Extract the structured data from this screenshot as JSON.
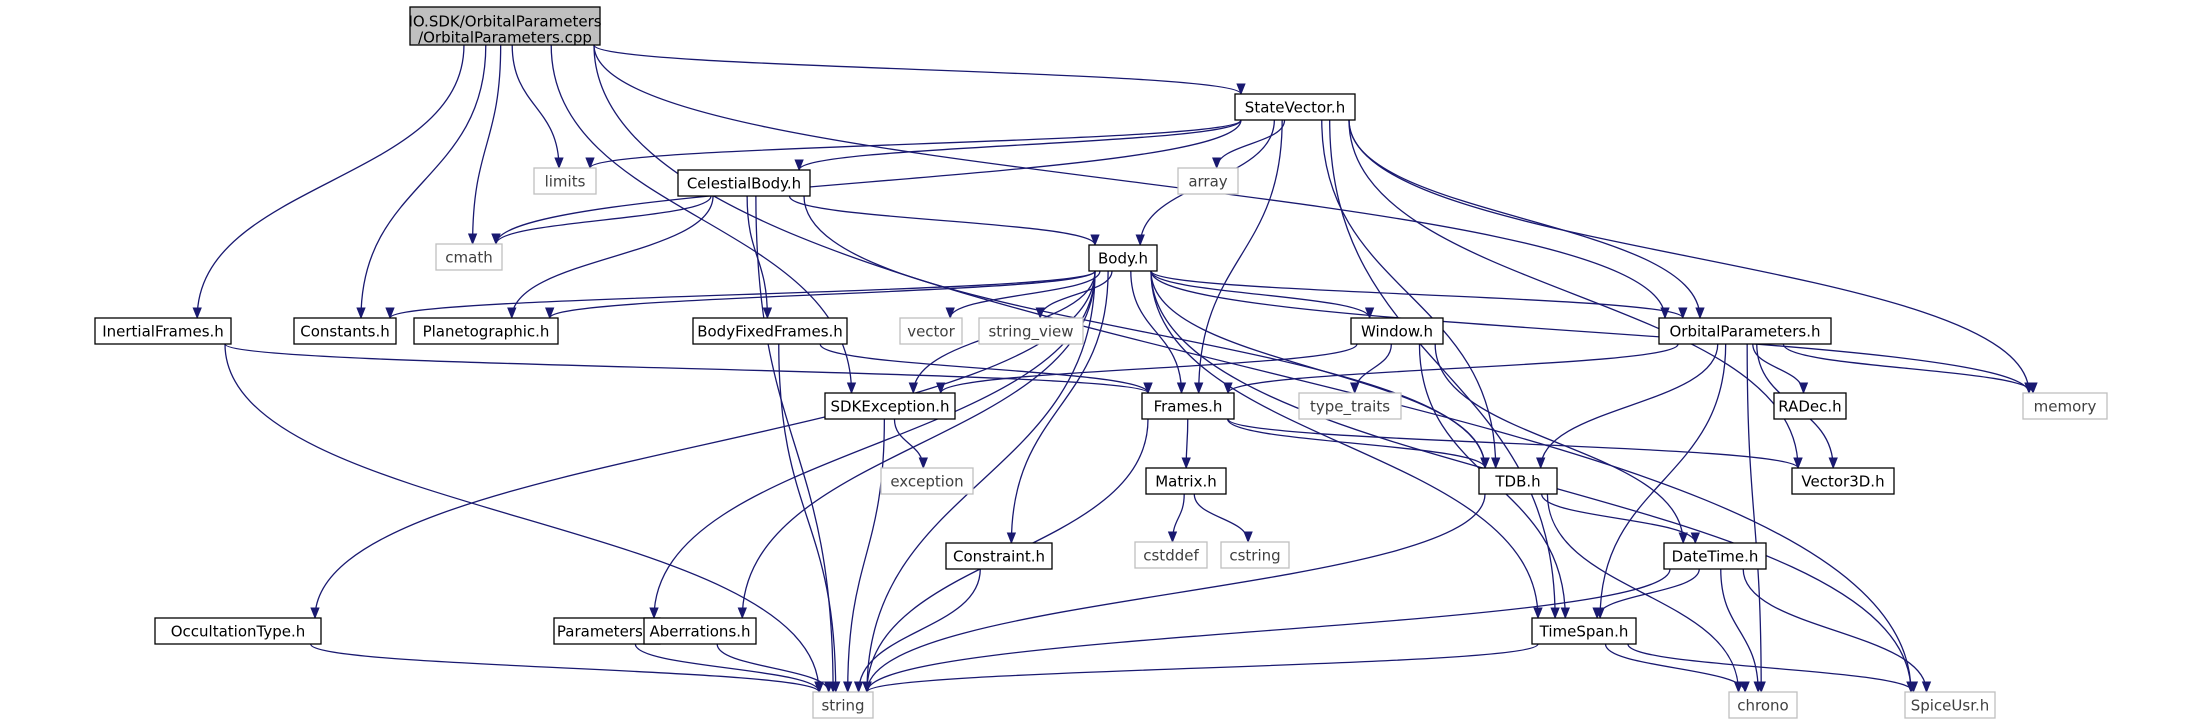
{
  "diagram": {
    "title_lines": [
      "IO.SDK/OrbitalParameters",
      "/OrbitalParameters.cpp"
    ],
    "colors": {
      "root_fill": "#bfbfbf",
      "node_border": "#000000",
      "external_border": "#bfbfbf",
      "edge": "#191970",
      "text": "#000000",
      "external_text": "#404040"
    },
    "nodes": [
      {
        "id": "root",
        "label": "",
        "kind": "root"
      },
      {
        "id": "statevector",
        "label": "StateVector.h",
        "kind": "local"
      },
      {
        "id": "limits",
        "label": "limits",
        "kind": "external"
      },
      {
        "id": "array",
        "label": "array",
        "kind": "external"
      },
      {
        "id": "celestialbody",
        "label": "CelestialBody.h",
        "kind": "local"
      },
      {
        "id": "cmath",
        "label": "cmath",
        "kind": "external"
      },
      {
        "id": "body",
        "label": "Body.h",
        "kind": "local"
      },
      {
        "id": "inertialframes",
        "label": "InertialFrames.h",
        "kind": "local"
      },
      {
        "id": "constants",
        "label": "Constants.h",
        "kind": "local"
      },
      {
        "id": "planetographic",
        "label": "Planetographic.h",
        "kind": "local"
      },
      {
        "id": "bodyfixedframes",
        "label": "BodyFixedFrames.h",
        "kind": "local"
      },
      {
        "id": "vector",
        "label": "vector",
        "kind": "external"
      },
      {
        "id": "string_view",
        "label": "string_view",
        "kind": "external"
      },
      {
        "id": "window",
        "label": "Window.h",
        "kind": "local"
      },
      {
        "id": "orbitalparameters",
        "label": "OrbitalParameters.h",
        "kind": "local"
      },
      {
        "id": "sdkexception",
        "label": "SDKException.h",
        "kind": "local"
      },
      {
        "id": "frames",
        "label": "Frames.h",
        "kind": "local"
      },
      {
        "id": "type_traits",
        "label": "type_traits",
        "kind": "external"
      },
      {
        "id": "radec",
        "label": "RADec.h",
        "kind": "local"
      },
      {
        "id": "memory",
        "label": "memory",
        "kind": "external"
      },
      {
        "id": "exception",
        "label": "exception",
        "kind": "external"
      },
      {
        "id": "matrix",
        "label": "Matrix.h",
        "kind": "local"
      },
      {
        "id": "tdb",
        "label": "TDB.h",
        "kind": "local"
      },
      {
        "id": "vector3d",
        "label": "Vector3D.h",
        "kind": "local"
      },
      {
        "id": "cstddef",
        "label": "cstddef",
        "kind": "external"
      },
      {
        "id": "cstring",
        "label": "cstring",
        "kind": "external"
      },
      {
        "id": "constraint",
        "label": "Constraint.h",
        "kind": "local"
      },
      {
        "id": "datetime",
        "label": "DateTime.h",
        "kind": "local"
      },
      {
        "id": "occultationtype",
        "label": "OccultationType.h",
        "kind": "local"
      },
      {
        "id": "parameters",
        "label": "Parameters.h",
        "kind": "local"
      },
      {
        "id": "aberrations",
        "label": "Aberrations.h",
        "kind": "local"
      },
      {
        "id": "timespan",
        "label": "TimeSpan.h",
        "kind": "local"
      },
      {
        "id": "string",
        "label": "string",
        "kind": "external"
      },
      {
        "id": "chrono",
        "label": "chrono",
        "kind": "external"
      },
      {
        "id": "spiceusr",
        "label": "SpiceUsr.h",
        "kind": "external"
      }
    ],
    "edges": [
      [
        "root",
        "statevector"
      ],
      [
        "root",
        "limits"
      ],
      [
        "root",
        "cmath"
      ],
      [
        "root",
        "constants"
      ],
      [
        "root",
        "inertialframes"
      ],
      [
        "root",
        "sdkexception"
      ],
      [
        "root",
        "orbitalparameters"
      ],
      [
        "root",
        "spiceusr"
      ],
      [
        "statevector",
        "limits"
      ],
      [
        "statevector",
        "array"
      ],
      [
        "statevector",
        "celestialbody"
      ],
      [
        "statevector",
        "cmath"
      ],
      [
        "statevector",
        "body"
      ],
      [
        "statevector",
        "frames"
      ],
      [
        "statevector",
        "orbitalparameters"
      ],
      [
        "statevector",
        "memory"
      ],
      [
        "statevector",
        "tdb"
      ],
      [
        "statevector",
        "timespan"
      ],
      [
        "statevector",
        "vector3d"
      ],
      [
        "celestialbody",
        "cmath"
      ],
      [
        "celestialbody",
        "body"
      ],
      [
        "celestialbody",
        "planetographic"
      ],
      [
        "celestialbody",
        "bodyfixedframes"
      ],
      [
        "celestialbody",
        "string"
      ],
      [
        "celestialbody",
        "tdb"
      ],
      [
        "body",
        "constants"
      ],
      [
        "body",
        "planetographic"
      ],
      [
        "body",
        "vector"
      ],
      [
        "body",
        "string_view"
      ],
      [
        "body",
        "window"
      ],
      [
        "body",
        "orbitalparameters"
      ],
      [
        "body",
        "sdkexception"
      ],
      [
        "body",
        "frames"
      ],
      [
        "body",
        "memory"
      ],
      [
        "body",
        "tdb"
      ],
      [
        "body",
        "occultationtype"
      ],
      [
        "body",
        "parameters"
      ],
      [
        "body",
        "aberrations"
      ],
      [
        "body",
        "constraint"
      ],
      [
        "body",
        "string"
      ],
      [
        "body",
        "timespan"
      ],
      [
        "body",
        "spiceusr"
      ],
      [
        "inertialframes",
        "frames"
      ],
      [
        "inertialframes",
        "string"
      ],
      [
        "bodyfixedframes",
        "frames"
      ],
      [
        "bodyfixedframes",
        "string"
      ],
      [
        "window",
        "sdkexception"
      ],
      [
        "window",
        "type_traits"
      ],
      [
        "window",
        "timespan"
      ],
      [
        "window",
        "datetime"
      ],
      [
        "orbitalparameters",
        "frames"
      ],
      [
        "orbitalparameters",
        "radec"
      ],
      [
        "orbitalparameters",
        "memory"
      ],
      [
        "orbitalparameters",
        "vector3d"
      ],
      [
        "orbitalparameters",
        "tdb"
      ],
      [
        "orbitalparameters",
        "timespan"
      ],
      [
        "orbitalparameters",
        "chrono"
      ],
      [
        "sdkexception",
        "exception"
      ],
      [
        "sdkexception",
        "string"
      ],
      [
        "frames",
        "matrix"
      ],
      [
        "frames",
        "tdb"
      ],
      [
        "frames",
        "vector3d"
      ],
      [
        "frames",
        "string"
      ],
      [
        "matrix",
        "cstddef"
      ],
      [
        "matrix",
        "cstring"
      ],
      [
        "tdb",
        "datetime"
      ],
      [
        "tdb",
        "chrono"
      ],
      [
        "tdb",
        "string"
      ],
      [
        "datetime",
        "timespan"
      ],
      [
        "datetime",
        "chrono"
      ],
      [
        "datetime",
        "spiceusr"
      ],
      [
        "datetime",
        "string"
      ],
      [
        "constraint",
        "string"
      ],
      [
        "occultationtype",
        "string"
      ],
      [
        "parameters",
        "string"
      ],
      [
        "aberrations",
        "string"
      ],
      [
        "timespan",
        "string"
      ],
      [
        "timespan",
        "chrono"
      ],
      [
        "timespan",
        "spiceusr"
      ]
    ]
  }
}
